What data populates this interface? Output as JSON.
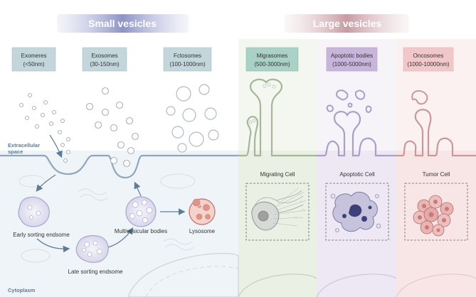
{
  "headers": {
    "small": "Small vesicles",
    "large": "Large vesicles"
  },
  "vesicle_types": [
    {
      "name": "Exomeres",
      "size": "(<50nm)"
    },
    {
      "name": "Exosomes",
      "size": "(30-150nm)"
    },
    {
      "name": "Fctosomes",
      "size": "(100-1000nm)"
    },
    {
      "name": "Migrasomes",
      "size": "(500-3000nm)"
    },
    {
      "name": "Apoptotic bodies",
      "size": "(1000-5000nm)"
    },
    {
      "name": "Oncosomes",
      "size": "(1000-10000nm)"
    }
  ],
  "regions": {
    "extracellular_line1": "Extracellular",
    "extracellular_line2": "space",
    "cytoplasm": "Cytoplasm"
  },
  "pathway": {
    "early": "Early sorting endsome",
    "late": "Late sorting endsome",
    "mvb": "Multivesicular bodies",
    "lysosome": "Lysosome"
  },
  "cells": {
    "migrating": "Migrating Cell",
    "apoptotic": "Apoptotic Cell",
    "tumor": "Tumor Cell"
  },
  "colors": {
    "small_accent": "#7f86c0",
    "large_accent": "#c9a2a8",
    "label_box": "#b9cfd6",
    "migrasome_box": "#a9d1c5",
    "apoptotic_box": "#c9b4dc",
    "oncosome_box": "#f2c7c9",
    "membrane": "#8fa6bb",
    "cytoplasm_bg": "#eef4f8",
    "migrating_bg": "#eef3e9",
    "apoptotic_bg": "#f1edf6",
    "tumor_bg": "#f9ecec"
  }
}
